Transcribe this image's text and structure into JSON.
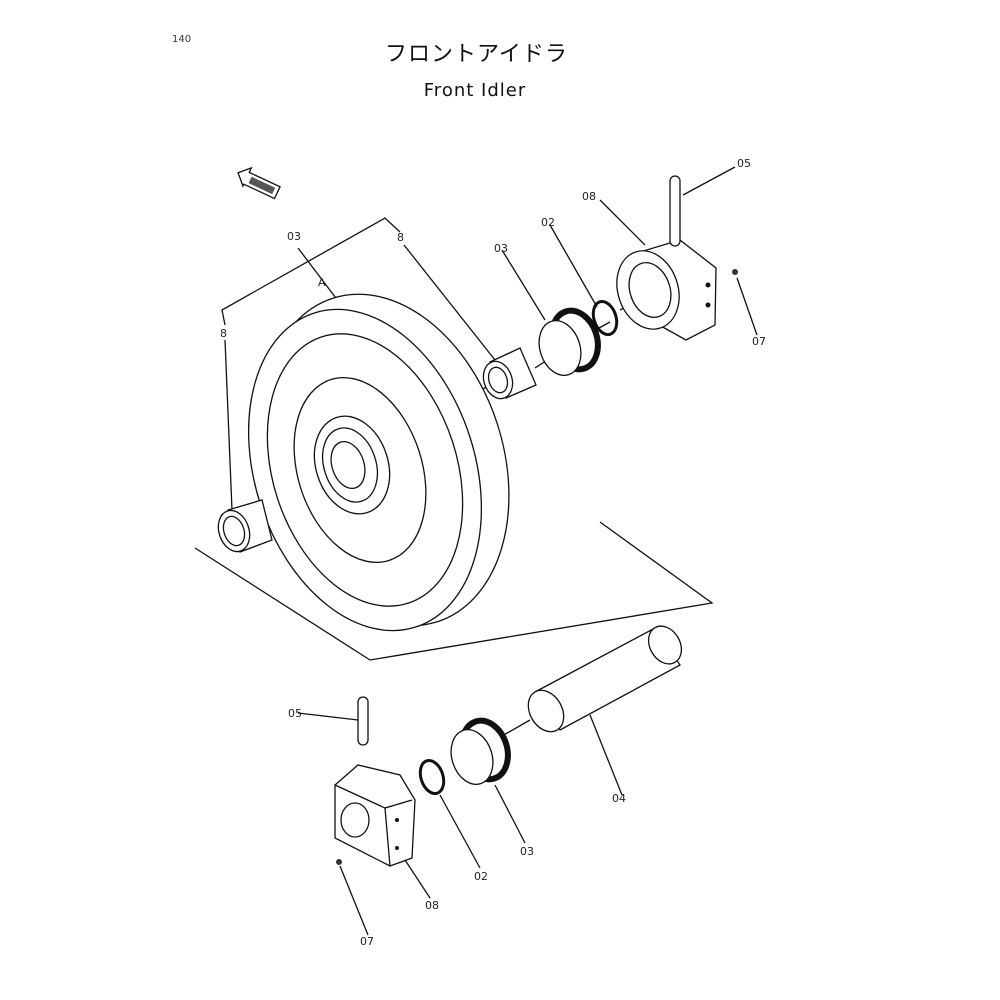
{
  "page_number": "140",
  "title_jp": "フロントアイドラ",
  "title_en": "Front Idler",
  "callouts": {
    "wheel": "03",
    "wheel_letter": "A",
    "bushing_right": "8",
    "bushing_left": "8",
    "seal_top": "03",
    "oring_top": "02",
    "bracket_top": "08",
    "pin_top": "05",
    "plug_top": "07",
    "shaft": "04",
    "pin_bottom": "05",
    "seal_bottom": "03",
    "oring_bottom": "02",
    "bracket_bottom": "08",
    "plug_bottom": "07"
  },
  "icons": {
    "front_arrow": "front-direction-arrow-icon"
  }
}
